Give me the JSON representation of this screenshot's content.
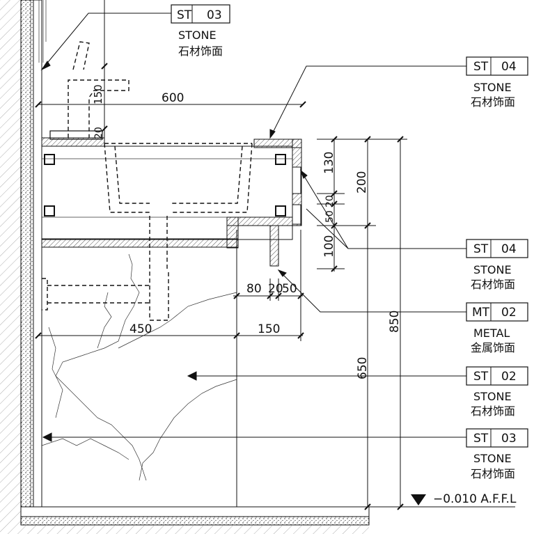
{
  "tags": [
    {
      "code": "ST",
      "number": "03",
      "name": "STONE",
      "desc": "石材饰面"
    },
    {
      "code": "ST",
      "number": "04",
      "name": "STONE",
      "desc": "石材饰面"
    },
    {
      "code": "ST",
      "number": "04",
      "name": "STONE",
      "desc": "石材饰面"
    },
    {
      "code": "MT",
      "number": "02",
      "name": "METAL",
      "desc": "金属饰面"
    },
    {
      "code": "ST",
      "number": "02",
      "name": "STONE",
      "desc": "石材饰面"
    },
    {
      "code": "ST",
      "number": "03",
      "name": "STONE",
      "desc": "石材饰面"
    }
  ],
  "dimensions": {
    "d600": "600",
    "d150_tap": "150",
    "d20_tap": "20",
    "d130": "130",
    "d200": "200",
    "d20_mid": "20",
    "d50": "50",
    "d100": "100",
    "d80": "80",
    "d20_low": "20",
    "d50_low": "50",
    "d450": "450",
    "d150_low": "150",
    "d650": "650",
    "d850": "850"
  },
  "level": {
    "label": "−0.010  A.F.F.L"
  },
  "colors": {
    "line": "#111111",
    "hatch": "#888888",
    "fill_grey": "#9a9a9a"
  }
}
